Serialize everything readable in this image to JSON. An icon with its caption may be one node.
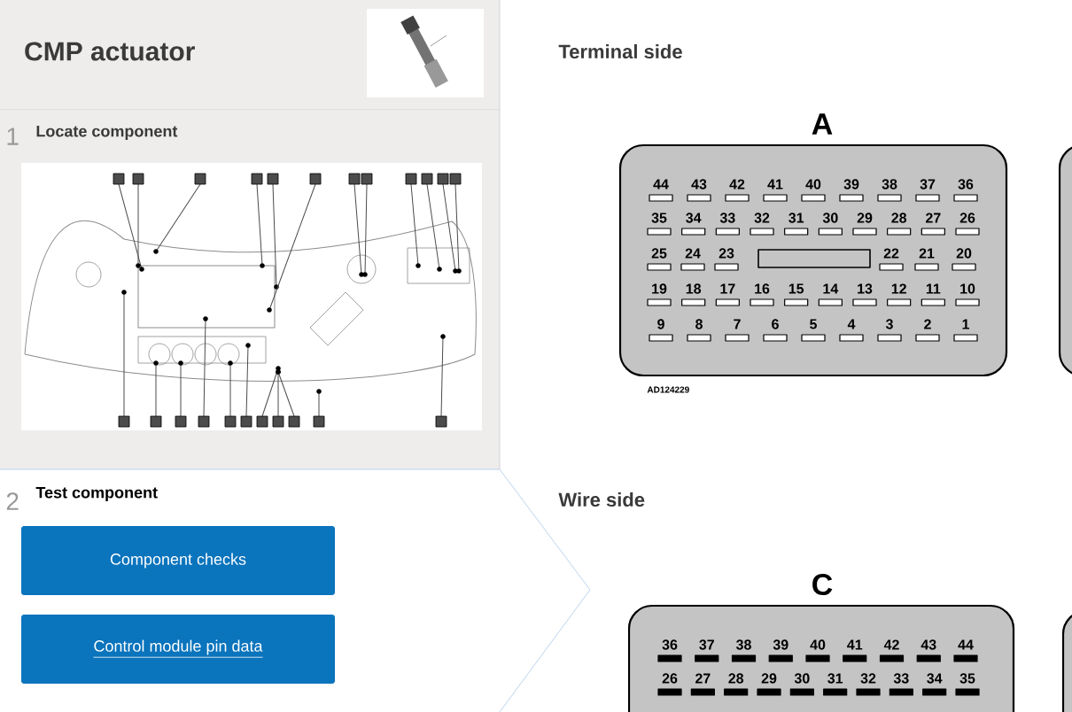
{
  "diagram": {
    "nodes": [
      {
        "text": [
          "CMP actuator"
        ]
      },
      {
        "text": [
          "1",
          "Locate component"
        ]
      },
      {
        "text": [
          "2",
          "Test component"
        ]
      },
      {
        "text": [
          "Component checks"
        ],
        "in": 2
      },
      {
        "text": [
          "Control module pin data"
        ],
        "in": 2
      },
      {
        "text": [
          "A"
        ]
      },
      {
        "text": [],
        "shape": "box"
      },
      {
        "text": [
          "C"
        ]
      },
      {
        "text": [],
        "shape": "box"
      }
    ],
    "labels": [
      "Terminal side",
      "44",
      "43",
      "42",
      "41",
      "40",
      "39",
      "38",
      "37",
      "36",
      "35",
      "34",
      "33",
      "32",
      "31",
      "30",
      "29",
      "28",
      "27",
      "26",
      "25",
      "24",
      "23",
      "22",
      "21",
      "20",
      "19",
      "18",
      "17",
      "16",
      "15",
      "14",
      "13",
      "12",
      "11",
      "10",
      "9",
      "8",
      "7",
      "6",
      "5",
      "4",
      "3",
      "2",
      "1",
      "AD124229",
      "Wire side",
      "36",
      "37",
      "38",
      "39",
      "40",
      "41",
      "42",
      "43",
      "44",
      "26",
      "27",
      "28",
      "29",
      "30",
      "31",
      "32",
      "33",
      "34",
      "35"
    ]
  }
}
